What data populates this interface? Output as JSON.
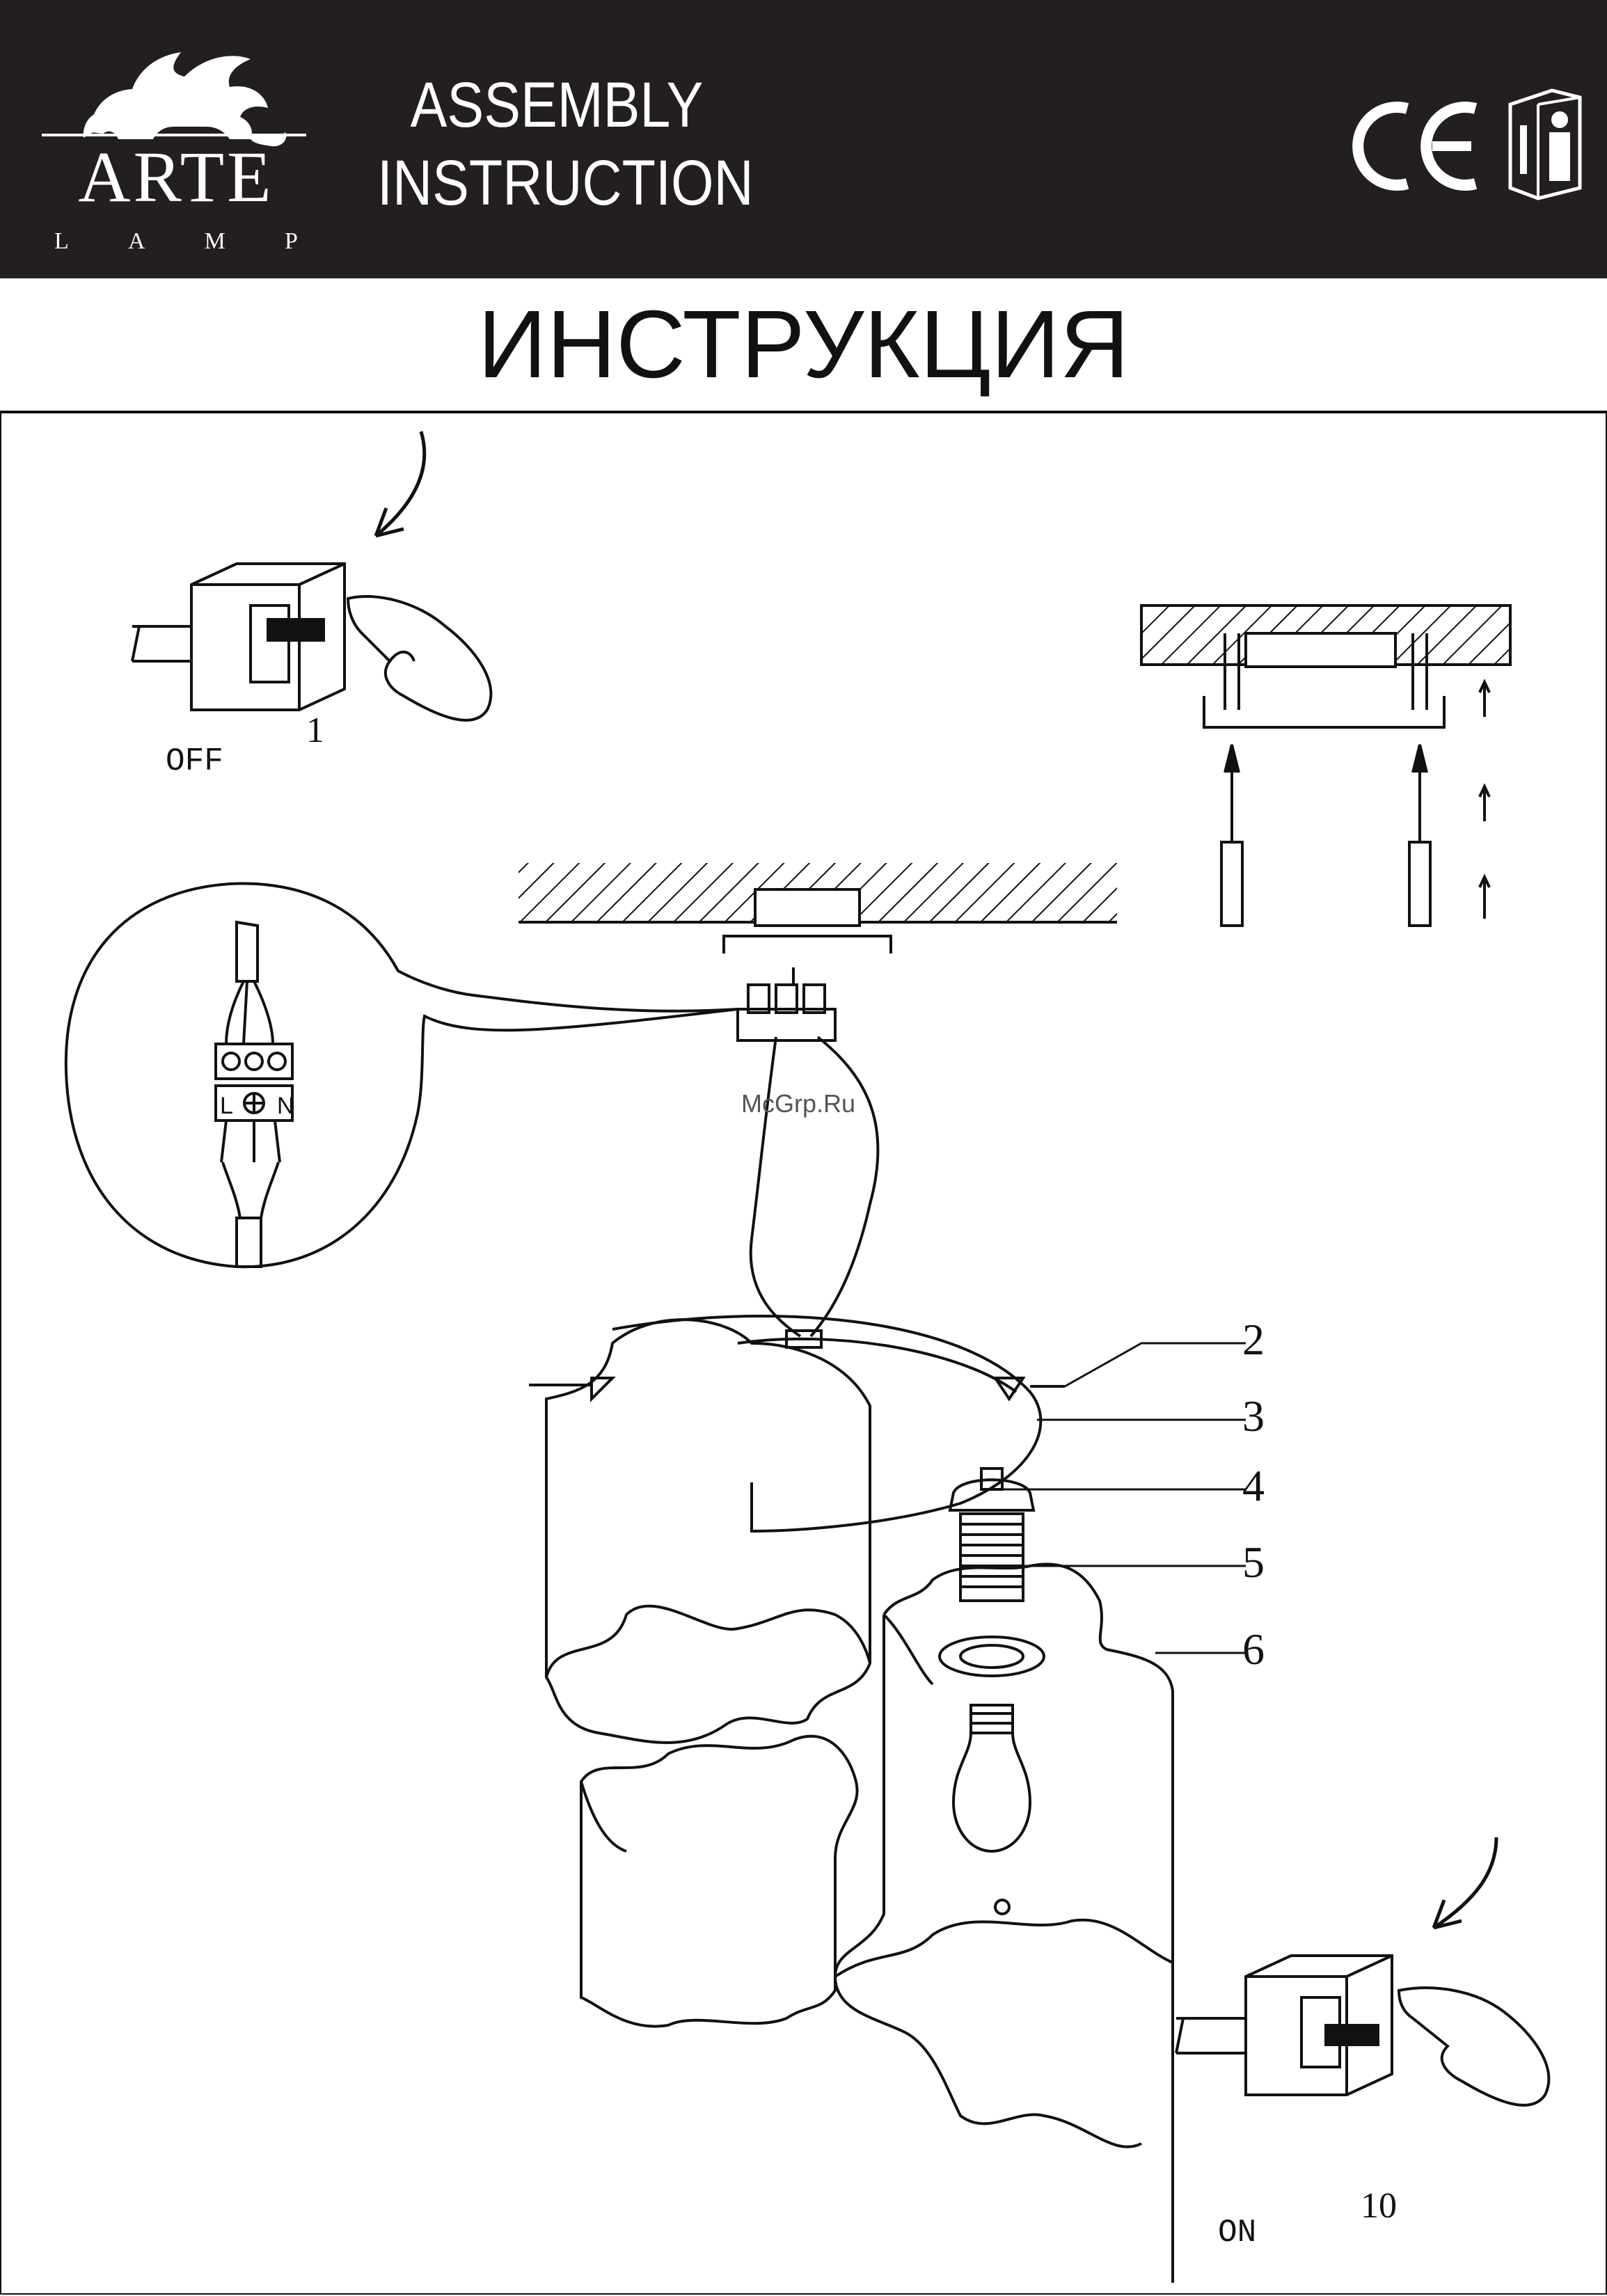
{
  "header": {
    "brand_name": "ARTE",
    "brand_sub": [
      "L",
      "A",
      "M",
      "P"
    ],
    "title_en_line1": "ASSEMBLY",
    "title_en_line2": "INSTRUCTION",
    "ce_icon": "ce-mark-icon",
    "info_icon": "manual-info-icon"
  },
  "title_ru": "ИНСТРУКЦИЯ",
  "steps": {
    "off_label": "OFF",
    "off_step": "1",
    "on_label": "ON",
    "on_step": "10"
  },
  "wiring": {
    "terminal_labels": [
      "L",
      "N"
    ],
    "earth_icon": "earth-icon"
  },
  "watermark": "McGrp.Ru",
  "callouts": [
    "2",
    "3",
    "4",
    "5",
    "6"
  ],
  "colors": {
    "header_bg": "#231f20",
    "line": "#111111"
  }
}
